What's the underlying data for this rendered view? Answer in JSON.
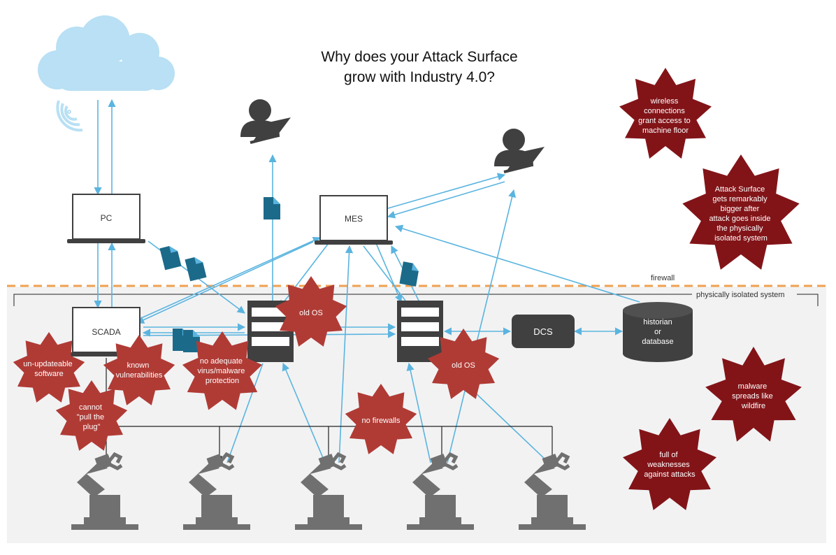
{
  "title": {
    "line1": "Why does your Attack Surface",
    "line2": "grow with Industry 4.0?"
  },
  "labels": {
    "firewall": "firewall",
    "isolated_system": "physically isolated system"
  },
  "nodes": {
    "pc": "PC",
    "mes": "MES",
    "scada": "SCADA",
    "dcs": "DCS",
    "historian": [
      "historian",
      "or",
      "database"
    ]
  },
  "starbursts_dark": {
    "wireless": [
      "wireless",
      "connections",
      "grant access to",
      "machine floor"
    ],
    "attack_surface": [
      "Attack Surface",
      "gets remarkably",
      "bigger after",
      "attack goes inside",
      "the physically",
      "isolated system"
    ],
    "malware": [
      "malware",
      "spreads like",
      "wildfire"
    ],
    "weaknesses": [
      "full of",
      "weaknesses",
      "against attacks"
    ]
  },
  "starbursts_red": {
    "un_updateable": [
      "un-updateable",
      "software"
    ],
    "known_vulns": [
      "known",
      "vulnerabilities"
    ],
    "cannot_unplug": [
      "cannot",
      "\"pull the",
      "plug\""
    ],
    "no_antivirus": [
      "no adequate",
      "virus/malware",
      "protection"
    ],
    "old_os_1": [
      "old OS"
    ],
    "old_os_2": [
      "old OS"
    ],
    "no_firewalls": [
      "no firewalls"
    ]
  },
  "colors": {
    "line_blue": "#5ab4df",
    "file_blue": "#1c6a8a",
    "star_dark": "#821418",
    "star_red": "#b03b35",
    "server_dark": "#404040",
    "robot_gray": "#707070",
    "firewall_orange": "#f0a050",
    "isolated_bg": "#f2f2f3",
    "cloud_blue": "#b9e0f4"
  }
}
